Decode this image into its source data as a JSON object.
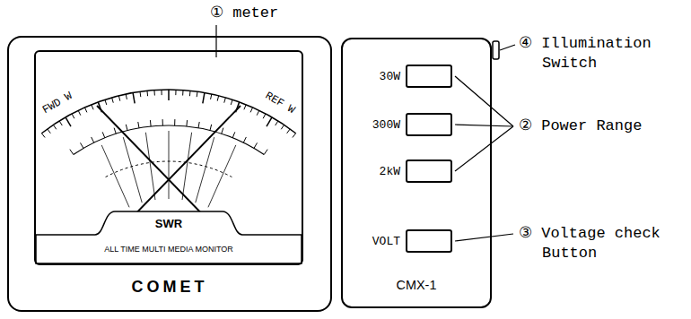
{
  "diagram": {
    "nodes": [
      {
        "text": [
          "COMET"
        ]
      },
      {
        "text": [
          "FWD W",
          "REF W",
          "SWR",
          "ALL TIME MULTI MEDIA MONITOR"
        ],
        "in": 0
      },
      {
        "text": [
          "CMX-1"
        ]
      },
      {
        "text": [
          "30W"
        ],
        "in": 2
      },
      {
        "text": [
          "300W"
        ],
        "in": 2
      },
      {
        "text": [
          "2kW"
        ],
        "in": 2
      },
      {
        "text": [
          "VOLT"
        ],
        "in": 2
      }
    ],
    "labels": [
      "① meter",
      "④ Illumination Switch",
      "② Power Range",
      "③ Voltage check Button"
    ]
  }
}
